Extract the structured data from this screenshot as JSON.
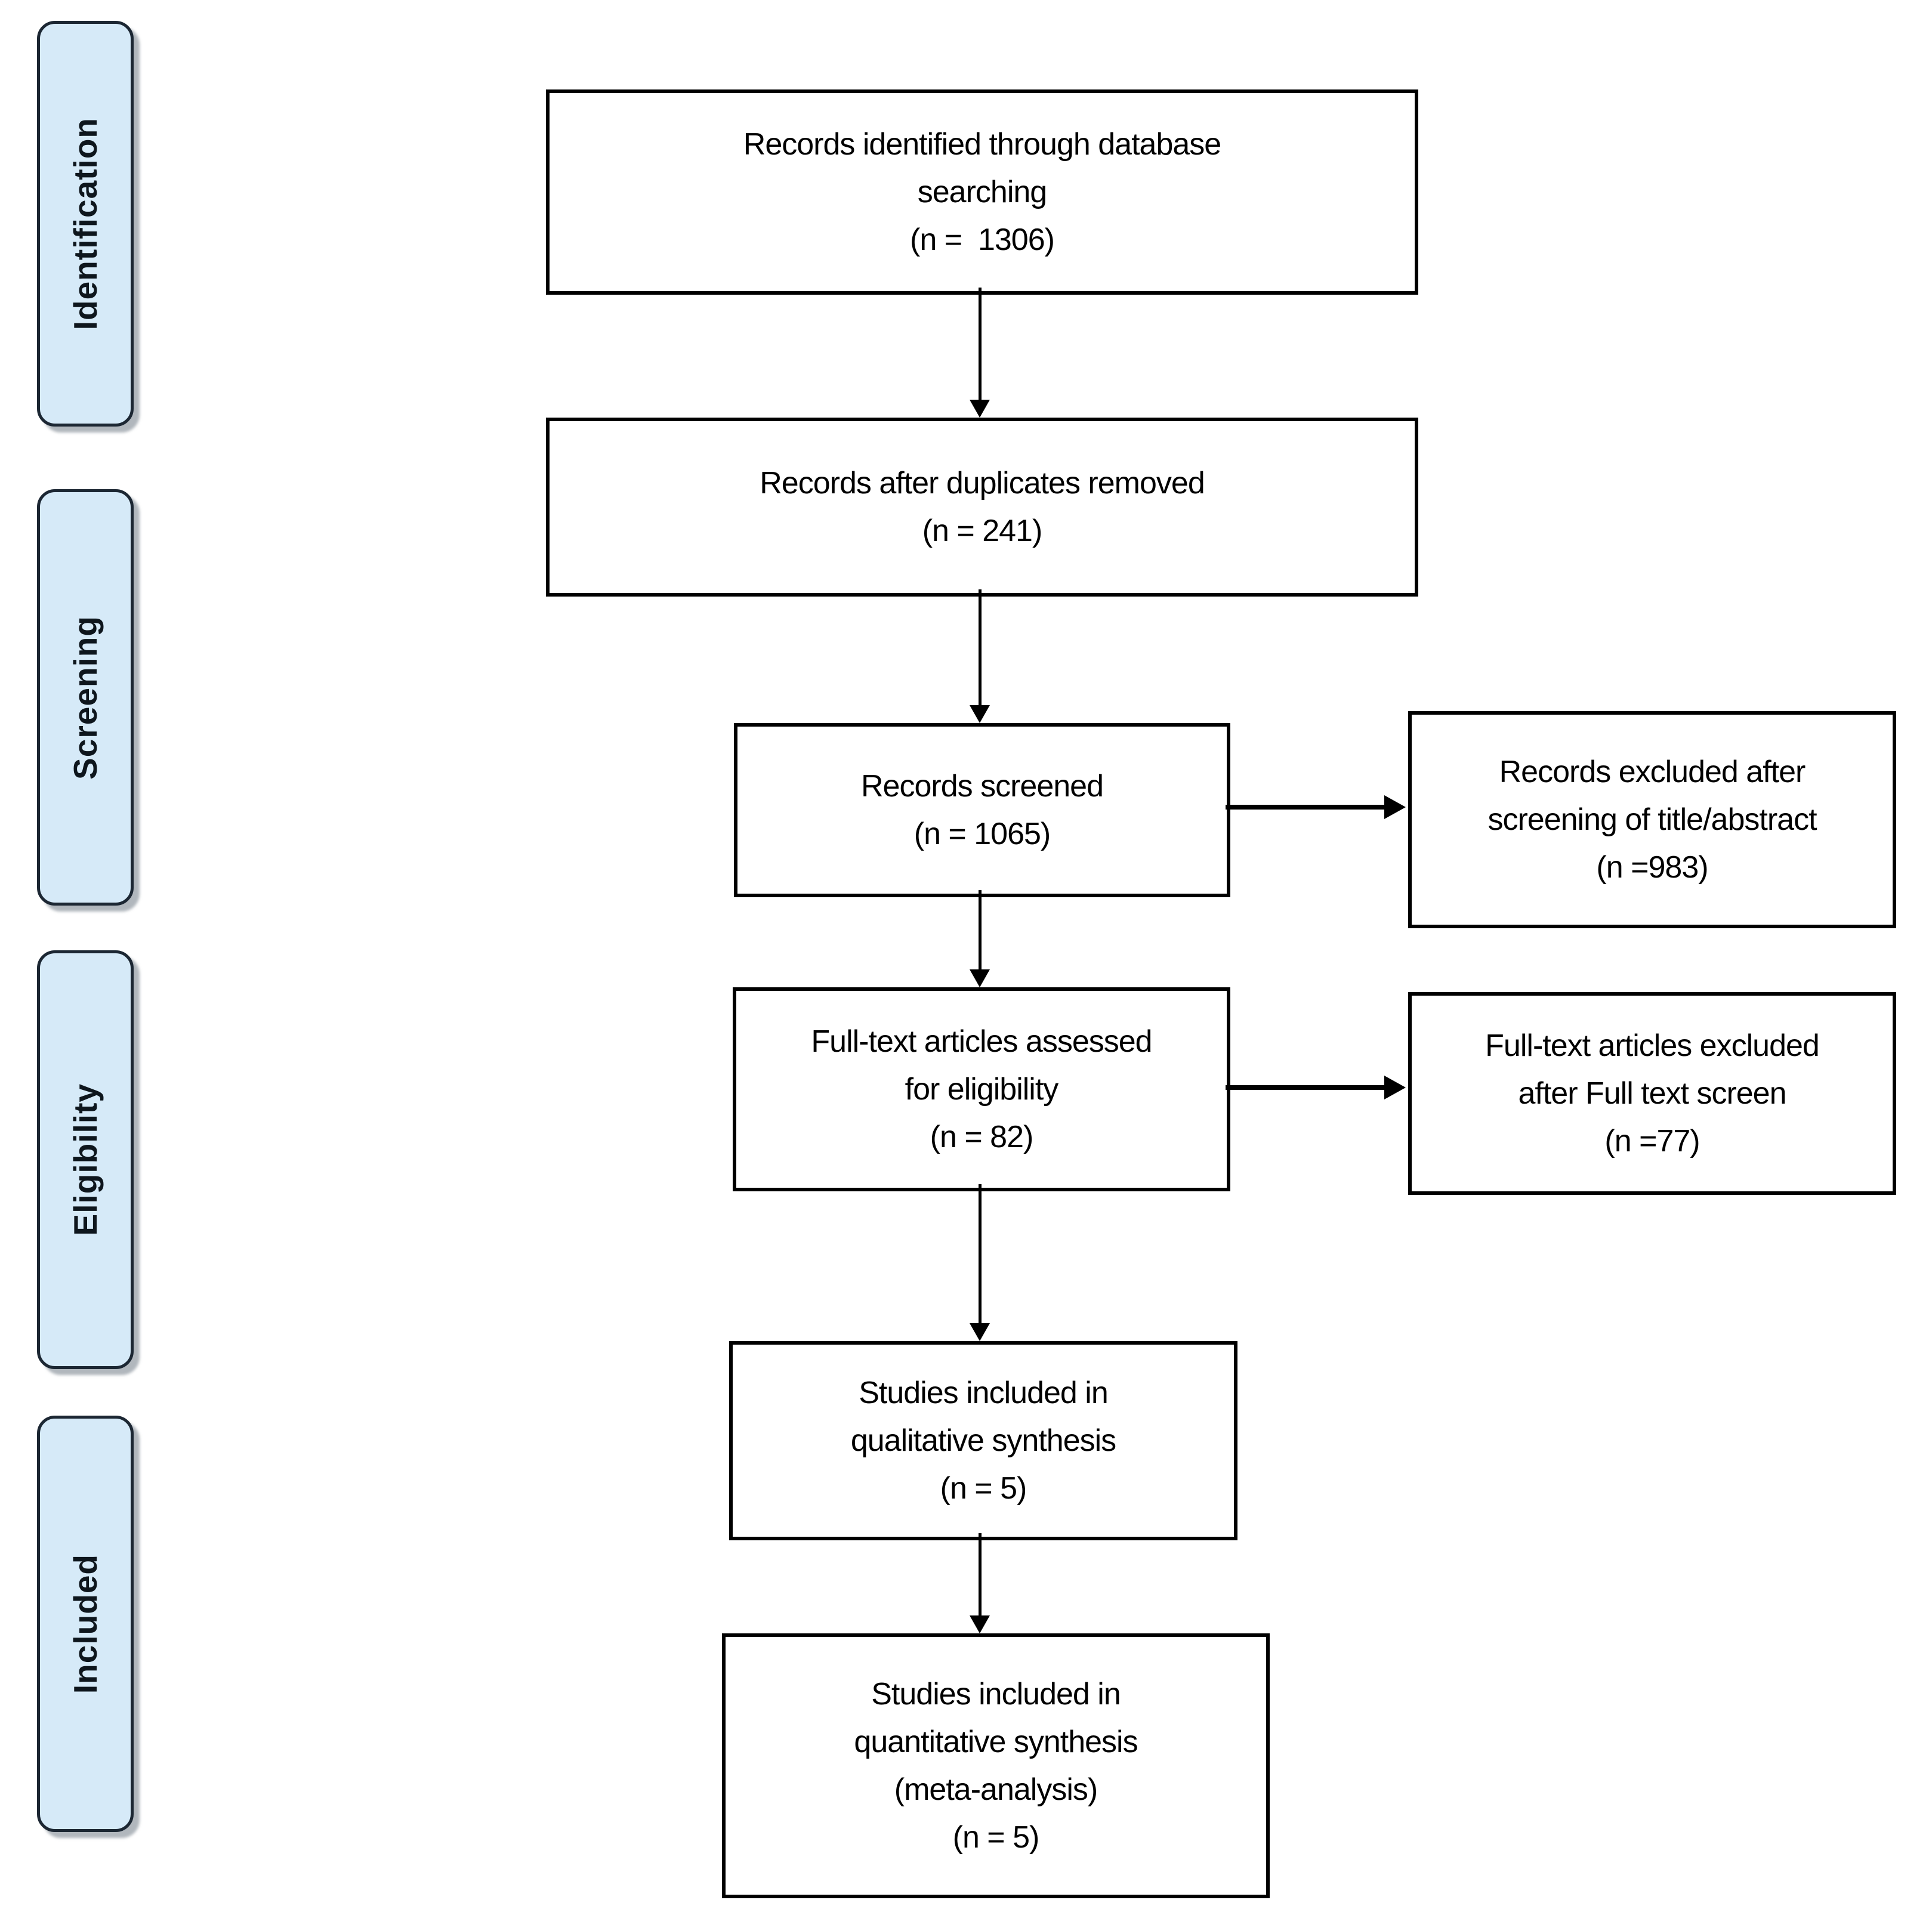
{
  "diagram": {
    "type": "prisma-flowchart",
    "colors": {
      "stage_fill": "#d6eaf8",
      "stage_border": "#1c2733",
      "stage_text": "#0e161d",
      "node_border": "#000000",
      "node_text": "#000000",
      "arrow": "#000000",
      "background": "#ffffff"
    },
    "stages": [
      {
        "label": "Identification"
      },
      {
        "label": "Screening"
      },
      {
        "label": "Eligibility"
      },
      {
        "label": "Included"
      }
    ],
    "nodes": {
      "identified": {
        "text": "Records identified through database\nsearching\n(n =  1306)",
        "n": 1306
      },
      "duplicates_removed": {
        "text": "Records after duplicates removed\n(n = 241)",
        "n": 241
      },
      "screened": {
        "text": "Records screened\n(n = 1065)",
        "n": 1065
      },
      "excluded_screening": {
        "text": "Records excluded after\nscreening of title/abstract\n(n =983)",
        "n": 983
      },
      "fulltext_assessed": {
        "text": "Full-text articles assessed\nfor eligibility\n(n = 82)",
        "n": 82
      },
      "fulltext_excluded": {
        "text": "Full-text articles excluded\nafter Full text screen\n(n =77)",
        "n": 77
      },
      "qualitative": {
        "text": "Studies included in\nqualitative synthesis\n(n = 5)",
        "n": 5
      },
      "quantitative": {
        "text": "Studies included in\nquantitative synthesis\n(meta-analysis)\n(n = 5)",
        "n": 5
      }
    }
  }
}
